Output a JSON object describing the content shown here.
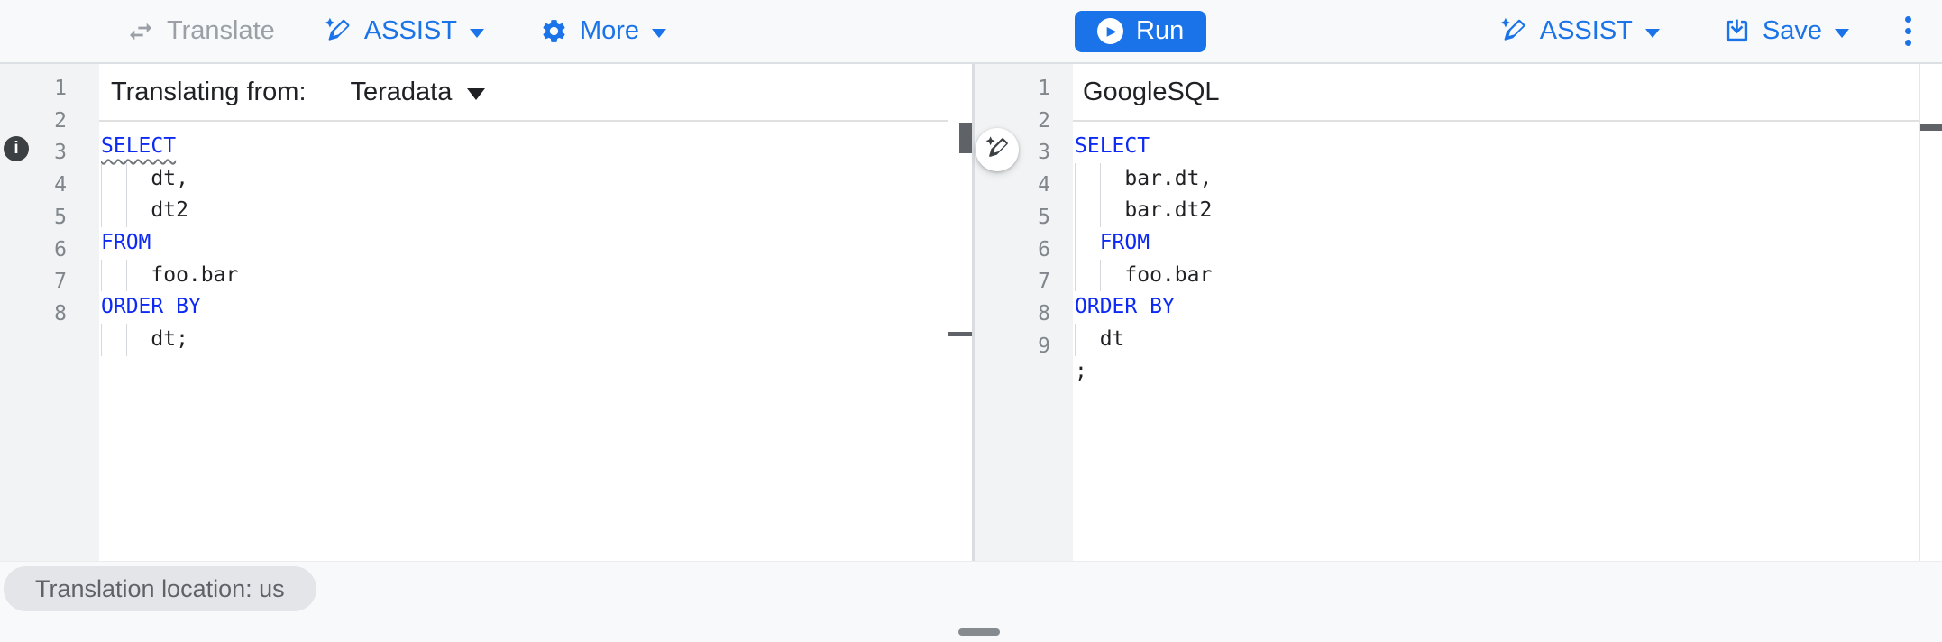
{
  "colors": {
    "accent_blue": "#1a73e8",
    "keyword_blue": "#0d2af5",
    "success_green": "#1e8e3e",
    "disabled_gray": "#9aa0a6",
    "code_text": "#202124",
    "line_number_gray": "#80868b",
    "scrollbar_thumb": "#5f6368",
    "gutter_bg": "#f1f3f4",
    "pill_bg": "#e4e5e8"
  },
  "toolbar": {
    "translate": {
      "label": "Translate",
      "disabled": true
    },
    "assist_left": {
      "label": "ASSIST"
    },
    "more": {
      "label": "More"
    },
    "run": {
      "label": "Run"
    },
    "assist_right": {
      "label": "ASSIST"
    },
    "save": {
      "label": "Save"
    }
  },
  "icons": {
    "play": "▶",
    "check": "✓",
    "info": "i"
  },
  "keywords": [
    "SELECT",
    "FROM",
    "ORDER",
    "BY"
  ],
  "left_editor": {
    "header_label": "Translating from:",
    "dialect": "Teradata",
    "status": "valid",
    "lines": [
      {
        "n": 1,
        "text": "SELECT",
        "squiggle": true,
        "annotation": "info"
      },
      {
        "n": 2,
        "text": "    dt,"
      },
      {
        "n": 3,
        "text": "    dt2"
      },
      {
        "n": 4,
        "text": "FROM"
      },
      {
        "n": 5,
        "text": "    foo.bar"
      },
      {
        "n": 6,
        "text": "ORDER BY"
      },
      {
        "n": 7,
        "text": "    dt;"
      },
      {
        "n": 8,
        "text": ""
      }
    ]
  },
  "right_editor": {
    "header_label": "GoogleSQL",
    "lines": [
      {
        "n": 1,
        "text": "SELECT"
      },
      {
        "n": 2,
        "text": "    bar.dt,"
      },
      {
        "n": 3,
        "text": "    bar.dt2"
      },
      {
        "n": 4,
        "text": "  FROM"
      },
      {
        "n": 5,
        "text": "    foo.bar"
      },
      {
        "n": 6,
        "text": "ORDER BY"
      },
      {
        "n": 7,
        "text": "  dt"
      },
      {
        "n": 8,
        "text": ";"
      },
      {
        "n": 9,
        "text": ""
      }
    ]
  },
  "footer": {
    "location_label": "Translation location: us"
  }
}
